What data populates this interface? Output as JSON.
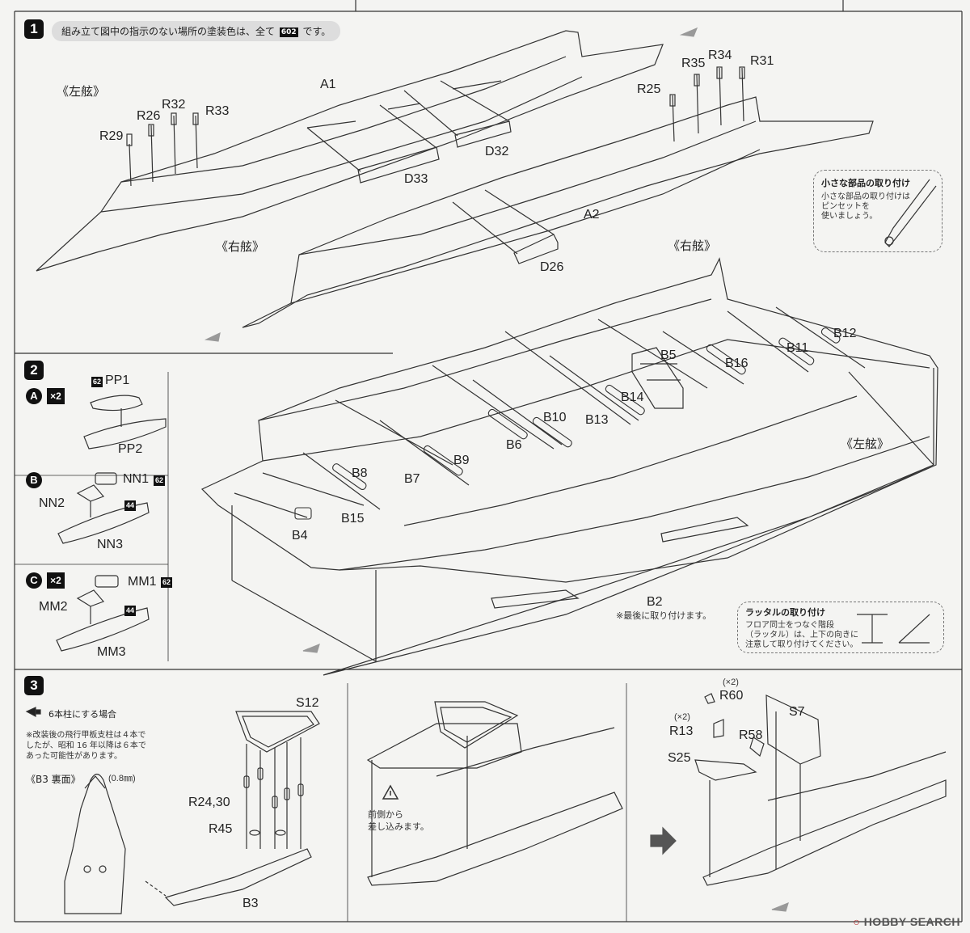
{
  "step1": {
    "number": "1",
    "instruction": "組み立て図中の指示のない場所の塗装色は、全て",
    "color_code": "602",
    "instruction_suffix": "です。",
    "port_label": "《左舷》",
    "starboard_label": "《右舷》",
    "hull_port": "A1",
    "hull_starboard": "A2",
    "parts": {
      "r29": "R29",
      "r26": "R26",
      "r32": "R32",
      "r33": "R33",
      "d33": "D33",
      "d32": "D32",
      "r25": "R25",
      "r35": "R35",
      "r34": "R34",
      "r31": "R31",
      "d26": "D26"
    },
    "tip": {
      "title": "小さな部品の取り付け",
      "line1": "小さな部品の取り付けは",
      "line2": "ピンセットを",
      "line3": "使いましょう。"
    }
  },
  "step2": {
    "number": "2",
    "sub_a": {
      "letter": "A",
      "qty": "×2",
      "code1": "62",
      "part1": "PP1",
      "part2": "PP2"
    },
    "sub_b": {
      "letter": "B",
      "part1": "NN1",
      "code1": "62",
      "part2": "NN2",
      "code2": "44",
      "part3": "NN3"
    },
    "sub_c": {
      "letter": "C",
      "qty": "×2",
      "part1": "MM1",
      "code1": "62",
      "part2": "MM2",
      "code2": "44",
      "part3": "MM3"
    },
    "starboard_label": "《右舷》",
    "port_label": "《左舷》",
    "parts": {
      "b12": "B12",
      "b5": "B5",
      "b16": "B16",
      "b11": "B11",
      "b14": "B14",
      "b10": "B10",
      "b13": "B13",
      "b6": "B6",
      "b9": "B9",
      "b8": "B8",
      "b7": "B7",
      "b15": "B15",
      "b4": "B4",
      "b2": "B2"
    },
    "b2_note": "※最後に取り付けます。",
    "tip": {
      "title": "ラッタルの取り付け",
      "line1": "フロア同士をつなぐ階段",
      "line2": "（ラッタル）は、上下の向きに",
      "line3": "注意して取り付けてください。"
    }
  },
  "step3": {
    "number": "3",
    "option_title": "6本柱にする場合",
    "option_note1": "※改装後の飛行甲板支柱は４本で",
    "option_note2": "したが、昭和 16 年以降は６本で",
    "option_note3": "あった可能性があります。",
    "b3_back": "《B3 裏面》",
    "drill": "(0.8㎜)",
    "parts": {
      "s12": "S12",
      "r24_30": "R24,30",
      "r45": "R45",
      "b3": "B3",
      "r60": "R60",
      "r13": "R13",
      "r58": "R58",
      "s7": "S7",
      "s25": "S25"
    },
    "qty_r60": "(×2)",
    "qty_r13": "(×2)",
    "front_note1": "前側から",
    "front_note2": "差し込みます。"
  },
  "watermark": {
    "brand": "HOBBY SEARCH"
  }
}
